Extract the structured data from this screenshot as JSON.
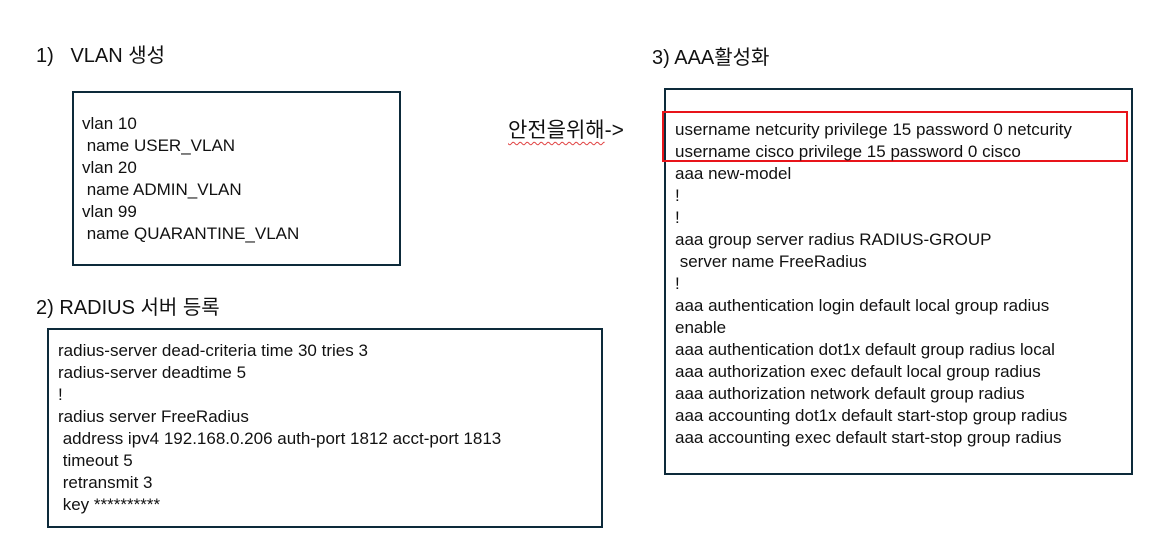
{
  "sections": {
    "vlan": {
      "title": "1)   VLAN 생성",
      "lines": [
        "vlan 10",
        " name USER_VLAN",
        "vlan 20",
        " name ADMIN_VLAN",
        "vlan 99",
        " name QUARANTINE_VLAN"
      ]
    },
    "radius": {
      "title": "2) RADIUS 서버 등록",
      "lines": [
        "radius-server dead-criteria time 30 tries 3",
        "radius-server deadtime 5",
        "!",
        "radius server FreeRadius",
        " address ipv4 192.168.0.206 auth-port 1812 acct-port 1813",
        " timeout 5",
        " retransmit 3",
        " key **********"
      ]
    },
    "aaa": {
      "title": "3) AAA활성화",
      "note_korean": "안전을위해",
      "note_arrow": "->",
      "lines": [
        "username netcurity privilege 15 password 0 netcurity",
        "username cisco privilege 15 password 0 cisco",
        "aaa new-model",
        "!",
        "!",
        "aaa group server radius RADIUS-GROUP",
        " server name FreeRadius",
        "!",
        "aaa authentication login default local group radius",
        "enable",
        "aaa authentication dot1x default group radius local",
        "aaa authorization exec default local group radius",
        "aaa authorization network default group radius",
        "aaa accounting dot1x default start-stop group radius",
        "aaa accounting exec default start-stop group radius"
      ]
    }
  },
  "colors": {
    "border": "#0d2a3a",
    "highlight": "#e8141a"
  }
}
